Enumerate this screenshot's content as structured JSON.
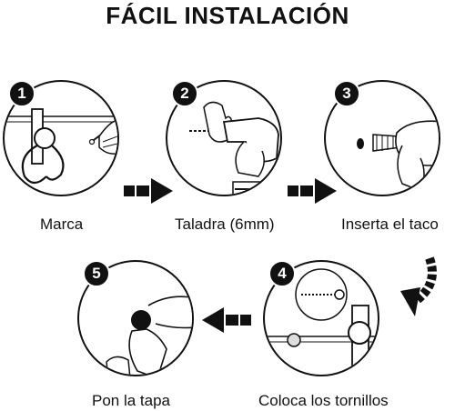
{
  "title": "FÁCIL INSTALACIÓN",
  "colors": {
    "ink": "#111111",
    "background": "#ffffff"
  },
  "steps": [
    {
      "number": "1",
      "label": "Marca",
      "icon": "hook-marking-icon"
    },
    {
      "number": "2",
      "label": "Taladra (6mm)",
      "icon": "drill-icon"
    },
    {
      "number": "3",
      "label": "Inserta el taco",
      "icon": "wall-plug-icon"
    },
    {
      "number": "4",
      "label": "Coloca los tornillos",
      "icon": "screw-icon"
    },
    {
      "number": "5",
      "label": "Pon la tapa",
      "icon": "cap-icon"
    }
  ]
}
